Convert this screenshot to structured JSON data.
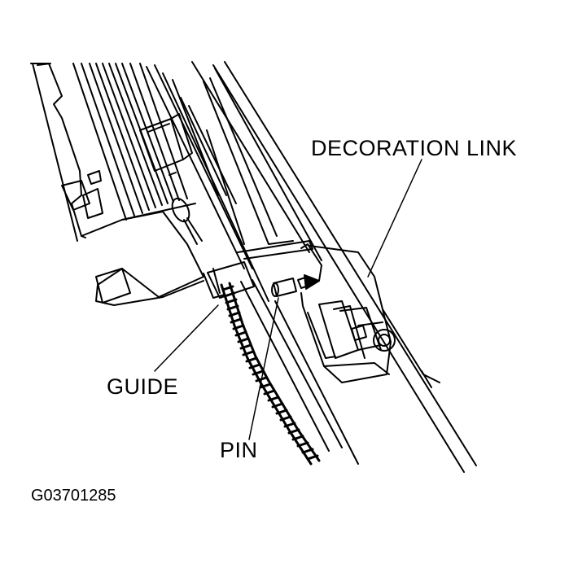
{
  "labels": {
    "decoration_link": "DECORATION LINK",
    "guide": "GUIDE",
    "pin": "PIN"
  },
  "figure_id": "G03701285",
  "colors": {
    "line": "#000000",
    "background": "#ffffff"
  }
}
